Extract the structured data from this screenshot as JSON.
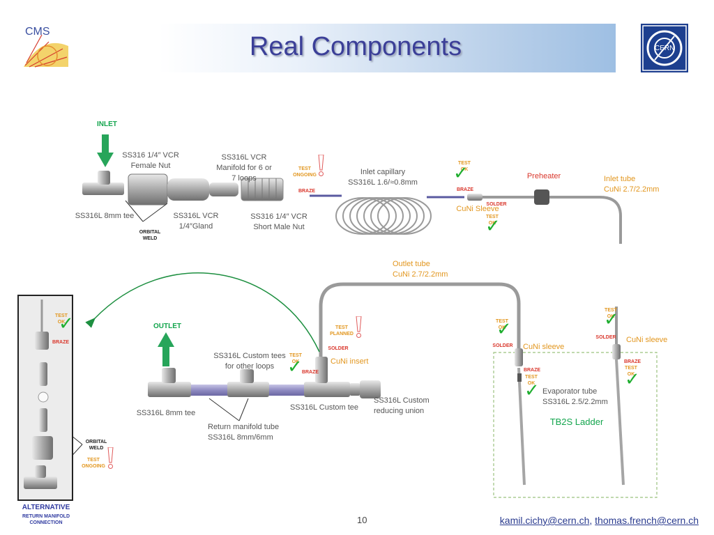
{
  "title": "Real Components",
  "logos": {
    "cms": "CMS",
    "cern": "CERN"
  },
  "labels": {
    "inlet": "INLET",
    "outlet": "OUTLET",
    "female_nut": "SS316 1/4″ VCR\nFemale Nut",
    "manifold": "SS316L VCR\nManifold for 6 or\n7 loops",
    "inlet_capillary": "Inlet capillary\nSS316L 1.6/≈0.8mm",
    "preheater": "Preheater",
    "inlet_tube": "Inlet tube\nCuNi 2.7/2.2mm",
    "tee_8mm_top": "SS316L 8mm tee",
    "gland": "SS316L VCR\n1/4″Gland",
    "short_male_nut": "SS316 1/4″ VCR\nShort Male Nut",
    "orbital_weld_top": "ORBITAL\nWELD",
    "cuni_sleeve_top": "CuNi Sleeve",
    "outlet_tube": "Outlet tube\nCuNi 2.7/2.2mm",
    "custom_tees_loops": "SS316L Custom tees\nfor other loops",
    "cuni_insert": "CuNi insert",
    "custom_tee": "SS316L Custom tee",
    "reducing_union": "SS316L Custom\nreducing union",
    "tee_8mm_bottom": "SS316L 8mm tee",
    "return_manifold": "Return manifold tube\nSS316L 8mm/6mm",
    "cuni_sleeve_mid": "CuNi sleeve",
    "cuni_sleeve_right": "CuNi sleeve",
    "evaporator": "Evaporator tube\nSS316L 2.5/2.2mm",
    "tb2s": "TB2S Ladder",
    "orbital_weld_left": "ORBITAL\nWELD",
    "alternative": "ALTERNATIVE",
    "alternative_sub": "RETURN MANIFOLD\nCONNECTION"
  },
  "status": {
    "test_ongoing": "TEST\nONGOING",
    "test_ok": "TEST\nOK",
    "test_planned": "TEST\nPLANNED",
    "braze": "BRAZE",
    "solder": "SOLDER"
  },
  "footer": {
    "page": "10",
    "email1": "kamil.cichy@cern.ch",
    "sep": ", ",
    "email2": "thomas.french@cern.ch"
  },
  "colors": {
    "title": "#3b3f98",
    "status_orange": "#e2961e",
    "status_red": "#d9362b",
    "check_green": "#1fae2f",
    "accent_green": "#13a54d"
  }
}
